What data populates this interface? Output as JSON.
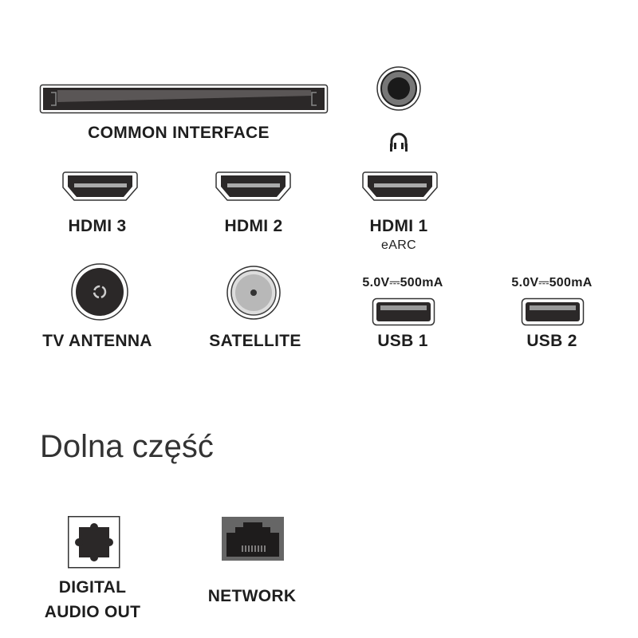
{
  "ports_top": {
    "common_interface": "COMMON INTERFACE",
    "hdmi3": "HDMI 3",
    "hdmi2": "HDMI 2",
    "hdmi1": "HDMI 1",
    "hdmi1_sub": "eARC",
    "tv_antenna": "TV ANTENNA",
    "satellite": "SATELLITE",
    "usb1": "USB 1",
    "usb1_spec": "5.0V⎓500mA",
    "usb2": "USB 2",
    "usb2_spec": "5.0V⎓500mA"
  },
  "section_heading": "Dolna część",
  "ports_bottom": {
    "digital_audio_line1": "DIGITAL",
    "digital_audio_line2": "AUDIO OUT",
    "network": "NETWORK"
  },
  "colors": {
    "port_dark": "#2a2626",
    "text": "#1e1e1e"
  }
}
